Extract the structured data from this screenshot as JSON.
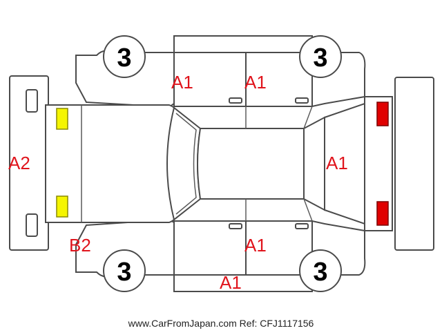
{
  "wheels": {
    "front_left": "3",
    "rear_left": "3",
    "front_right": "3",
    "rear_right": "3"
  },
  "codes": {
    "front_left_door": "A1",
    "rear_left_door": "A1",
    "front_bumper": "A2",
    "front_corner": "B2",
    "front_right_door": "A1",
    "right_rocker": "A1",
    "rear_glass": "A1"
  },
  "colors": {
    "code_red": "#e0141c",
    "front_lamp_yellow": "#f5f500",
    "rear_lamp_red": "#e00000"
  },
  "footer": {
    "watermark": "www.CarFromJapan.com Ref: CFJ1117156"
  }
}
